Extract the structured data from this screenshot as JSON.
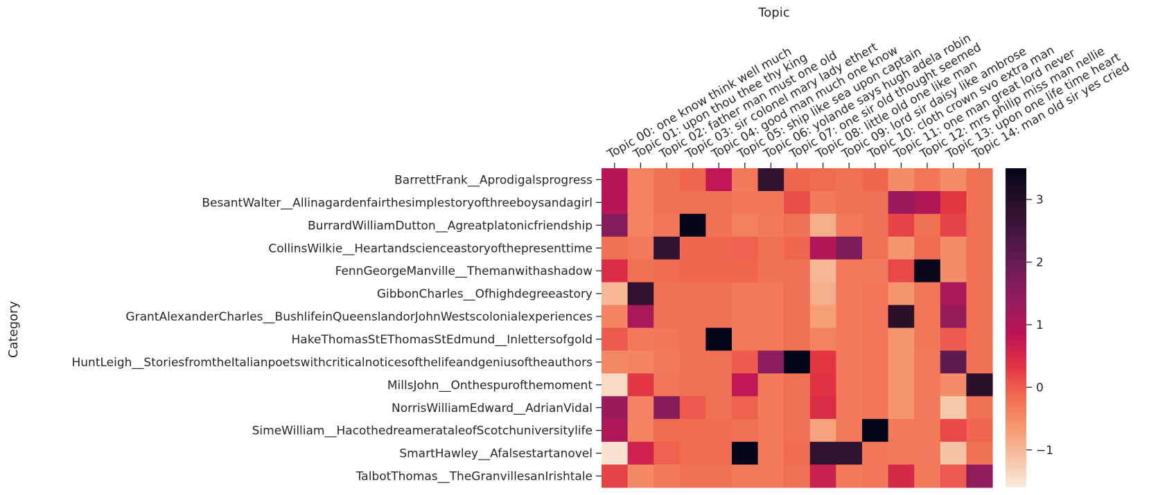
{
  "chart_data": {
    "type": "heatmap",
    "title": "",
    "xlabel": "Topic",
    "ylabel": "Category",
    "x_categories": [
      "Topic 00: one know think well much",
      "Topic 01: upon thou thee thy king",
      "Topic 02: father man must one old",
      "Topic 03: sir colonel mary lady ethert",
      "Topic 04: good man much one know",
      "Topic 05: ship like sea upon captain",
      "Topic 06: yolande says hugh adela robin",
      "Topic 07: one sir old thought seemed",
      "Topic 08: little old one like man",
      "Topic 09: lord sir daisy like ambrose",
      "Topic 10: cloth crown svo extra man",
      "Topic 11: one man great lord never",
      "Topic 12: mrs philip miss man nellie",
      "Topic 13: upon one life time heart",
      "Topic 14: man old sir yes cried"
    ],
    "y_categories": [
      "BarrettFrank__Aprodigalsprogress",
      "BesantWalter__Allinagardenfairthesimplestoryofthreeboysandagirl",
      "BurrardWilliamDutton__Agreatplatonicfriendship",
      "CollinsWilkie__Heartandscienceastoryofthepresenttime",
      "FennGeorgeManville__Themanwithashadow",
      "GibbonCharles__Ofhighdegreeastory",
      "GrantAlexanderCharles__BushlifeinQueenslandorJohnWestscolonialexperiences",
      "HakeThomasStEThomasStEdmund__Inlettersofgold",
      "HuntLeigh__StoriesfromtheItalianpoetswithcriticalnoticesofthelifeandgeniusoftheauthors",
      "MillsJohn__Onthespurofthemoment",
      "NorrisWilliamEdward__AdrianVidal",
      "SimeWilliam__HacothedreamerataleofScotchuniversitylife",
      "SmartHawley__Afalsestartanovel",
      "TalbotThomas__TheGranvillesanIrishtale"
    ],
    "values": [
      [
        0.9,
        -0.4,
        -0.2,
        -0.1,
        0.8,
        -0.3,
        2.8,
        -0.1,
        -0.15,
        -0.2,
        -0.1,
        -0.5,
        -0.25,
        -0.5,
        -0.2
      ],
      [
        0.9,
        -0.4,
        -0.2,
        -0.2,
        -0.2,
        -0.25,
        -0.25,
        0.1,
        -0.3,
        -0.2,
        -0.2,
        1.3,
        1.0,
        0.3,
        -0.2
      ],
      [
        1.6,
        -0.4,
        -0.25,
        3.5,
        -0.2,
        -0.35,
        -0.3,
        -0.2,
        -0.9,
        -0.3,
        -0.2,
        0.2,
        -0.2,
        0.2,
        -0.2
      ],
      [
        -0.2,
        -0.3,
        2.8,
        -0.1,
        -0.1,
        -0.05,
        -0.2,
        -0.1,
        1.0,
        1.7,
        -0.2,
        -0.6,
        -0.15,
        -0.5,
        -0.2
      ],
      [
        0.45,
        -0.2,
        -0.15,
        -0.1,
        -0.1,
        -0.1,
        -0.2,
        -0.2,
        -1.0,
        -0.3,
        -0.3,
        0.15,
        3.4,
        -0.5,
        -0.2
      ],
      [
        -1.0,
        2.8,
        -0.2,
        -0.2,
        -0.2,
        -0.3,
        -0.3,
        -0.2,
        -0.9,
        -0.3,
        -0.25,
        -0.6,
        -0.25,
        1.1,
        -0.2
      ],
      [
        -0.4,
        1.1,
        -0.2,
        -0.2,
        -0.2,
        -0.3,
        -0.3,
        -0.2,
        -0.7,
        -0.3,
        -0.25,
        2.9,
        -0.25,
        1.35,
        -0.2
      ],
      [
        0.0,
        -0.3,
        -0.25,
        -0.2,
        3.5,
        -0.3,
        -0.3,
        -0.2,
        -0.4,
        -0.3,
        -0.25,
        -0.6,
        -0.25,
        0.0,
        -0.2
      ],
      [
        -0.45,
        -0.4,
        -0.3,
        -0.2,
        -0.2,
        0.0,
        1.5,
        3.5,
        0.3,
        -0.3,
        -0.25,
        -0.6,
        -0.3,
        2.1,
        -0.2
      ],
      [
        -1.4,
        0.3,
        -0.25,
        -0.2,
        -0.2,
        0.8,
        -0.3,
        -0.2,
        0.35,
        -0.3,
        -0.25,
        -0.6,
        -0.3,
        -0.5,
        2.9
      ],
      [
        1.3,
        -0.4,
        1.55,
        0.0,
        -0.2,
        -0.05,
        -0.3,
        -0.2,
        0.45,
        -0.3,
        -0.25,
        -0.6,
        -0.3,
        -1.2,
        -0.2
      ],
      [
        1.05,
        -0.4,
        -0.15,
        -0.15,
        -0.15,
        -0.2,
        -0.3,
        -0.2,
        -0.75,
        -0.3,
        3.5,
        -0.3,
        -0.3,
        0.15,
        -0.1
      ],
      [
        -1.5,
        0.6,
        -0.05,
        -0.15,
        -0.15,
        3.5,
        -0.3,
        -0.15,
        2.8,
        2.8,
        -0.25,
        -0.3,
        -0.3,
        -1.15,
        -0.2
      ],
      [
        0.2,
        -0.45,
        -0.3,
        -0.2,
        -0.2,
        -0.3,
        -0.3,
        -0.2,
        0.65,
        -0.3,
        -0.25,
        0.5,
        -0.3,
        0.0,
        1.45
      ]
    ],
    "colorbar": {
      "min": -1.6,
      "max": 3.5,
      "ticks": [
        -1,
        0,
        1,
        2,
        3
      ],
      "tick_labels": [
        "−1",
        "0",
        "1",
        "2",
        "3"
      ],
      "colormap": "rocket_r"
    },
    "grid": false,
    "legend": "colorbar-right"
  }
}
